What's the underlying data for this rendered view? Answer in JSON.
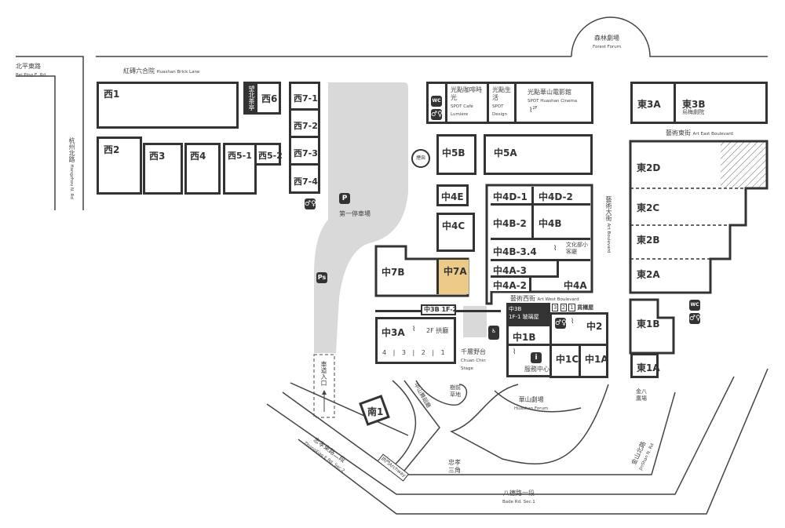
{
  "roads": {
    "bei_ping": {
      "zh": "北平東路",
      "en": "Bei Ping E. Rd"
    },
    "hangzhou": {
      "zh": "杭州北路",
      "en": "Hangzhou N. Rd"
    },
    "zhongxiao": {
      "zh": "忠孝東路二段",
      "en": "ZhongXiao E Rd. Sec.2"
    },
    "bade": {
      "zh": "八德路一段",
      "en": "Bade Rd. Sec.1"
    },
    "jinshan": {
      "zh": "金山北路",
      "en": "JinShan N. Rd"
    },
    "brick_lane": {
      "zh": "紅磚六合院",
      "en": "Huashan Brick Lane"
    },
    "art_east": {
      "zh": "藝術東街",
      "en": "Art East Boulevard"
    },
    "art_west": {
      "zh": "藝術西街",
      "en": "Art West Boulevard"
    },
    "art_blvd": {
      "zh": "藝術大街",
      "en": "Art Boulevard"
    },
    "car_entrance": "車道入口"
  },
  "places": {
    "forest": {
      "zh": "森林劇場",
      "en": "Forest Forum"
    },
    "parking": "第一停車場",
    "chimney": "煙囪",
    "chuan_chin": {
      "zh": "千層野台",
      "en": "Chuan Chin",
      "en2": "Stage"
    },
    "tree_lawn": "樹前草地",
    "zhongshan_hall": "中山舞蹈廳",
    "forum": {
      "zh": "華山劇場",
      "en": "Huashan Forum"
    },
    "jinba": "金八廣場",
    "triangle": "忠孝三角",
    "archway": "拱門Archway",
    "service": "服務中心",
    "glass_house": "1F-1 玻璃屋",
    "warehouse": "貨櫃屋",
    "gongting": "2F 拱廳",
    "culture": "文化部小客廳",
    "wumei": "烏梅劇院",
    "spot_cafe": {
      "zh": "光點咖啡時光",
      "en": "SPOT Café Lumière"
    },
    "spot_design": {
      "zh": "光點生活",
      "en": "SPOT Design"
    },
    "spot_cinema": {
      "zh": "光點華山電影館",
      "en": "SPOT Huashan Cinema"
    },
    "wangbei": "望北茶亭"
  },
  "buildings": {
    "w1": "西1",
    "w2": "西2",
    "w3": "西3",
    "w4": "西4",
    "w51": "西5-1",
    "w52": "西5-2",
    "w6": "西6",
    "w71": "西7-1",
    "w72": "西7-2",
    "w73": "西7-3",
    "w74": "西7-4",
    "c5b": "中5B",
    "c5a": "中5A",
    "c4e": "中4E",
    "c4c": "中4C",
    "c4d1": "中4D-1",
    "c4d2": "中4D-2",
    "c4b2": "中4B-2",
    "c4b": "中4B",
    "c4b34": "中4B-3.4",
    "c4a3": "中4A-3",
    "c4a2": "中4A-2",
    "c4a": "中4A",
    "c7b": "中7B",
    "c7a": "中7A",
    "c3b12": "中3B 1F-2",
    "c3a": "中3A",
    "c3b": "中3B",
    "c1b": "中1B",
    "c2": "中2",
    "c1c": "中1C",
    "c1a": "中1A",
    "e3a": "東3A",
    "e3b": "東3B",
    "e2d": "東2D",
    "e2c": "東2C",
    "e2b": "東2B",
    "e2a": "東2A",
    "e1b": "東1B",
    "e1a": "東1A",
    "s1": "南1"
  },
  "sub_rooms": [
    "4",
    "3",
    "2",
    "1"
  ],
  "containers": [
    "3",
    "2",
    "1"
  ],
  "floor_2f": "2F",
  "icons": {
    "parking": "P",
    "parking_s": "Ps",
    "info": "i",
    "wc": "WC"
  },
  "colors": {
    "highlight": "#ecca87",
    "wall": "#333333",
    "parking_area": "#d9d9d9"
  }
}
